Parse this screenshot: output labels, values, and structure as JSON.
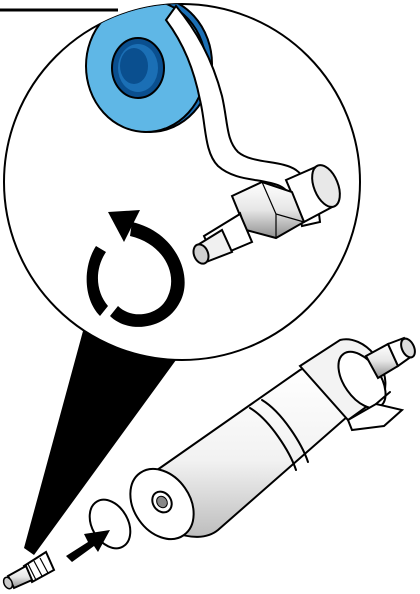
{
  "figure": {
    "kind": "installation-illustration",
    "steps": [
      {
        "action": "wrap-thread-seal-tape",
        "part": "hose-barb-fitting"
      },
      {
        "action": "rotate-clockwise",
        "part": "hose-barb-fitting"
      },
      {
        "action": "insert-with-seal-washer",
        "part": "cylindrical-filter-housing"
      }
    ]
  },
  "colors": {
    "tape_light": "#5fb7e6",
    "tape_dark": "#1b6fb5",
    "tape_inner": "#0a4f8f",
    "ink": "#000000",
    "metal_light": "#ffffff",
    "metal_shade": "#d9d9d9",
    "metal_dark": "#9a9a9a"
  },
  "icons": [
    "rotation-arrow-icon",
    "push-arrow-icon"
  ]
}
